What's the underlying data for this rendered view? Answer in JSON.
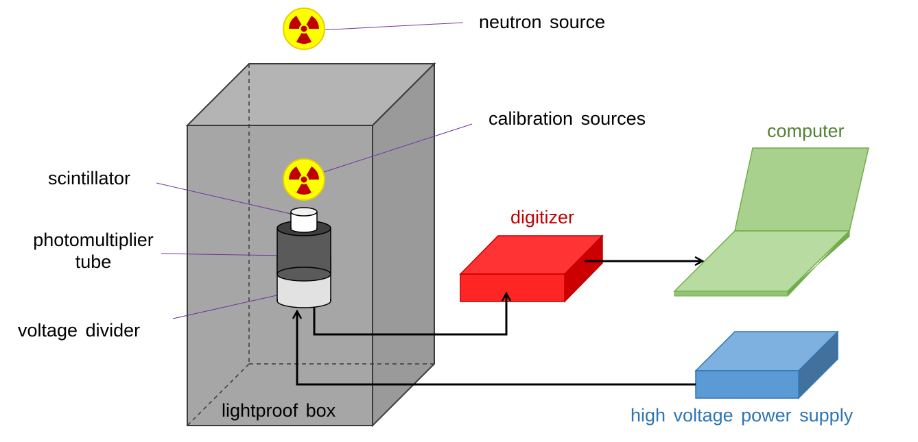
{
  "labels": {
    "neutron_source": "neutron source",
    "calibration_sources": "calibration sources",
    "scintillator": "scintillator",
    "photomultiplier_line1": "photomultiplier",
    "photomultiplier_line2": "tube",
    "voltage_divider": "voltage divider",
    "lightproof_box": "lightproof box",
    "digitizer": "digitizer",
    "computer": "computer",
    "high_voltage_power_supply": "high voltage power supply"
  },
  "colors": {
    "box_front": "#a6a6a6",
    "box_top": "#b4b4b4",
    "box_side": "#9a9a9a",
    "digitizer": "#ff3333",
    "digitizer_text": "#c00000",
    "computer_fill": "#a9d18e",
    "computer_stroke": "#70ad47",
    "computer_text": "#548235",
    "power_supply": "#5b9bd5",
    "power_supply_text": "#2e75b6",
    "radiation_yellow": "#ffff00",
    "radiation_red": "#c00000",
    "leader_line": "#7030a0"
  },
  "icons": [
    "radiation-icon"
  ]
}
